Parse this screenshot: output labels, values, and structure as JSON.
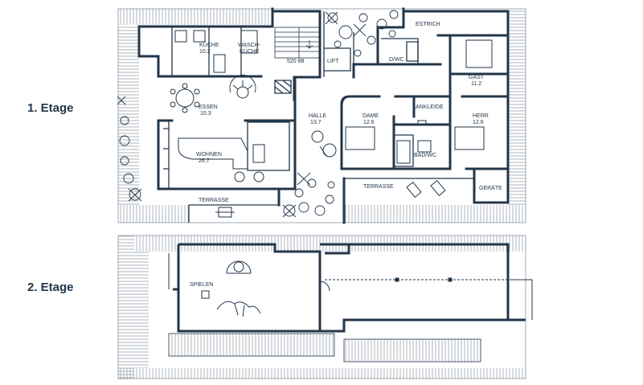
{
  "floors": {
    "first": {
      "label": "1. Etage",
      "rooms": {
        "kueche": {
          "name": "KÜCHE",
          "area": "10.2"
        },
        "waschkueche": {
          "name": "WASCH-",
          "name2": "KÜCHE"
        },
        "stairs_code": "520 88",
        "lift": "LIFT",
        "dwc": "D/WC",
        "estrich": "ESTRICH",
        "gast": {
          "name": "GAST",
          "area": "11.2"
        },
        "essen": {
          "name": "ESSEN",
          "area": "10.3"
        },
        "halle": {
          "name": "HALLE",
          "area": "13.7"
        },
        "ankleide": "ANKLEIDE",
        "dame": {
          "name": "DAME",
          "area": "12.6"
        },
        "herr": {
          "name": "HERR",
          "area": "12.6"
        },
        "badwc": "BAD/WC",
        "wohnen": {
          "name": "WOHNEN",
          "area": "26.7"
        },
        "terrasse_left": "TERRASSE",
        "terrasse_right": "TERRASSE",
        "geraete": "GERÄTE"
      }
    },
    "second": {
      "label": "2. Etage",
      "rooms": {
        "spielen": "SPIELEN"
      }
    }
  },
  "colors": {
    "line": "#23364a",
    "hatch": "#7d8a96"
  }
}
